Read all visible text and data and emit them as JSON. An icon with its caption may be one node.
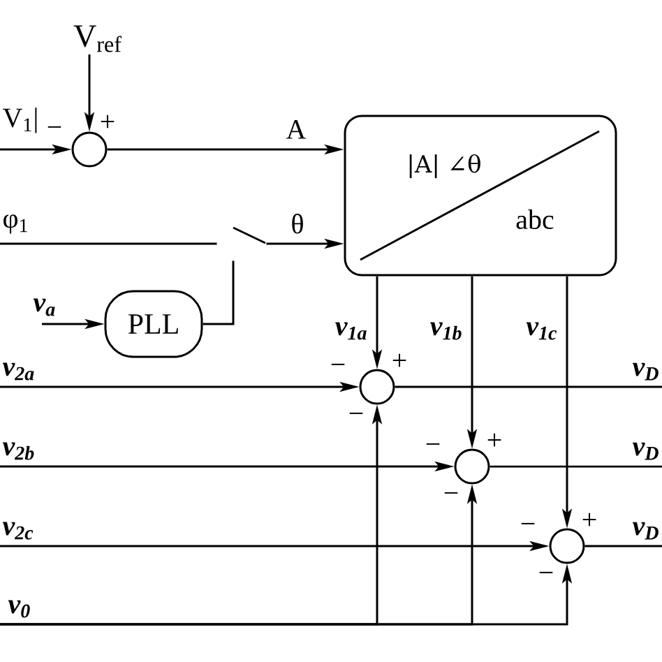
{
  "diagram": {
    "nodes": [
      {
        "text": [
          "V$_{ref}$"
        ]
      },
      {
        "text": [],
        "shape": "circle",
        "beside": [
          "−",
          "+"
        ]
      },
      {
        "text": [
          "|A| ∠θ",
          "abc"
        ]
      },
      {
        "text": [],
        "shape": "switch"
      },
      {
        "text": [
          "PLL"
        ]
      },
      {
        "text": [],
        "shape": "circle",
        "beside": [
          "−",
          "+",
          "−"
        ]
      },
      {
        "text": [],
        "shape": "circle",
        "beside": [
          "−",
          "+",
          "−"
        ]
      },
      {
        "text": [],
        "shape": "circle",
        "beside": [
          "−",
          "+",
          "−"
        ]
      }
    ],
    "edges": [
      {
        "from": 0,
        "to": 1,
        "arrow": "to"
      },
      {
        "from": null,
        "to": 1,
        "arrow": "to",
        "label": "V$_{1}$|"
      },
      {
        "from": 1,
        "to": 2,
        "arrow": "to",
        "label": "A"
      },
      {
        "from": null,
        "to": 3,
        "arrow": "none",
        "label": "φ$_{1}$"
      },
      {
        "from": 3,
        "to": 2,
        "arrow": "to",
        "label": "θ"
      },
      {
        "from": 4,
        "to": 3,
        "arrow": "none"
      },
      {
        "from": null,
        "to": 4,
        "arrow": "to",
        "label": "v$_{a}$"
      },
      {
        "from": 2,
        "to": 5,
        "arrow": "to",
        "label": "v$_{1a}$"
      },
      {
        "from": 2,
        "to": 6,
        "arrow": "to",
        "label": "v$_{1b}$"
      },
      {
        "from": 2,
        "to": 7,
        "arrow": "to",
        "label": "v$_{1c}$"
      },
      {
        "from": null,
        "to": 5,
        "arrow": "to",
        "label": "v$_{2a}$"
      },
      {
        "from": 5,
        "to": null,
        "arrow": "none",
        "label": "v$_{D}$"
      },
      {
        "from": null,
        "to": 6,
        "arrow": "to",
        "label": "v$_{2b}$"
      },
      {
        "from": 6,
        "to": null,
        "arrow": "none",
        "label": "v$_{D}$"
      },
      {
        "from": null,
        "to": 7,
        "arrow": "to",
        "label": "v$_{2c}$"
      },
      {
        "from": 7,
        "to": null,
        "arrow": "none",
        "label": "v$_{D}$"
      },
      {
        "from": null,
        "to": 5,
        "arrow": "to",
        "label": "v$_{0}$"
      },
      {
        "from": null,
        "to": 6,
        "arrow": "to"
      },
      {
        "from": null,
        "to": 7,
        "arrow": "to"
      }
    ]
  }
}
